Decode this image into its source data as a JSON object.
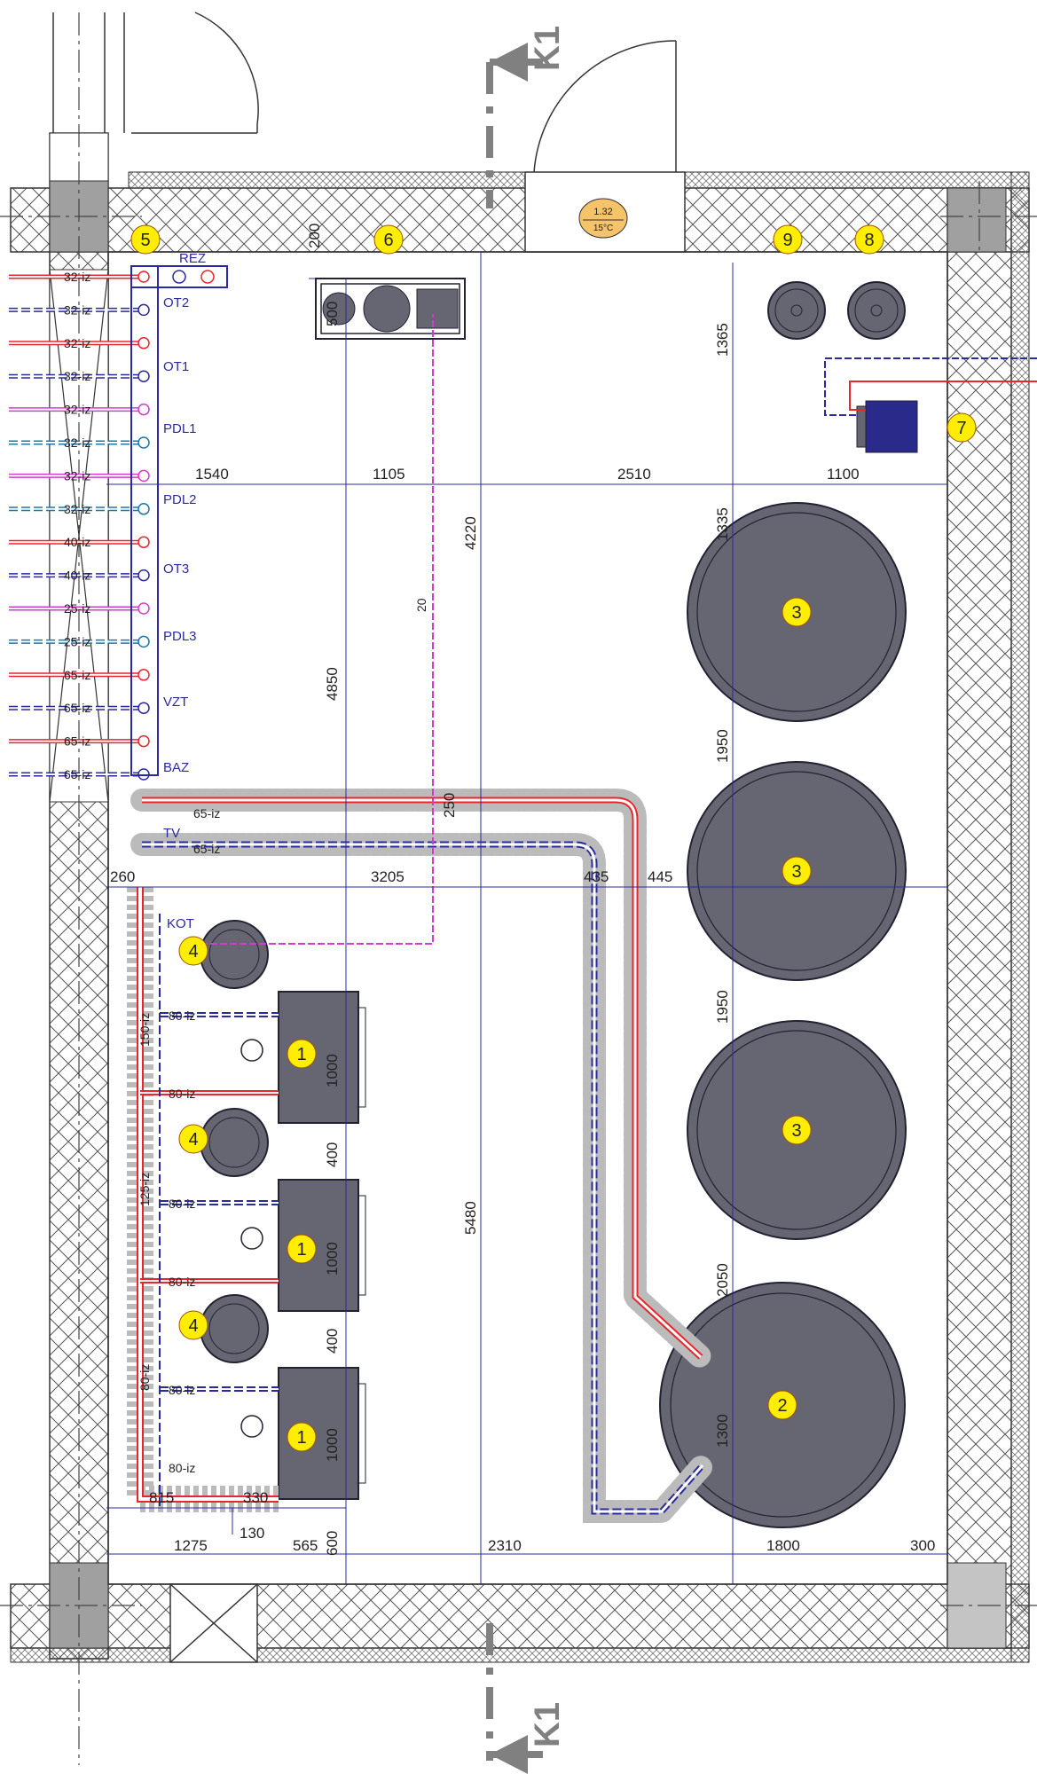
{
  "section_mark": "K1",
  "room": {
    "height": "1.32",
    "temp": "15°C"
  },
  "markers": [
    "1",
    "2",
    "3",
    "4",
    "5",
    "6",
    "7",
    "8",
    "9"
  ],
  "manifold_left": [
    {
      "label": "32-iz",
      "color": "#e8262b",
      "dash": false
    },
    {
      "label": "32-iz",
      "color": "#2a2aa0",
      "dash": true
    },
    {
      "label": "32-iz",
      "color": "#e8262b",
      "dash": false
    },
    {
      "label": "32-iz",
      "color": "#2a2aa0",
      "dash": true
    },
    {
      "label": "32-iz",
      "color": "#d43ad0",
      "dash": false
    },
    {
      "label": "32-iz",
      "color": "#1a78a8",
      "dash": true
    },
    {
      "label": "32-iz",
      "color": "#d43ad0",
      "dash": false
    },
    {
      "label": "32-iz",
      "color": "#1a78a8",
      "dash": true
    },
    {
      "label": "40-iz",
      "color": "#e8262b",
      "dash": false
    },
    {
      "label": "40-iz",
      "color": "#2a2aa0",
      "dash": true
    },
    {
      "label": "25-iz",
      "color": "#d43ad0",
      "dash": false
    },
    {
      "label": "25-iz",
      "color": "#1a78a8",
      "dash": true
    },
    {
      "label": "65-iz",
      "color": "#e8262b",
      "dash": false
    },
    {
      "label": "65-iz",
      "color": "#2a2aa0",
      "dash": true
    },
    {
      "label": "65-iz",
      "color": "#e8262b",
      "dash": false
    },
    {
      "label": "65-iz",
      "color": "#2a2aa0",
      "dash": true
    }
  ],
  "circuits": [
    "REZ",
    "OT2",
    "OT1",
    "PDL1",
    "PDL2",
    "OT3",
    "PDL3",
    "VZT",
    "BAZ",
    "TV",
    "KOT"
  ],
  "pipes": {
    "tv_supply": "65-iz",
    "tv_return": "65-iz",
    "boiler_80": "80-iz",
    "trunk_150": "150-iz",
    "trunk_125": "125-iz",
    "trunk_80": "80-iz",
    "line_20": "20"
  },
  "dims": {
    "d200": "200",
    "d500": "500",
    "d1540": "1540",
    "d1105": "1105",
    "d2510": "2510",
    "d1100": "1100",
    "d1365": "1365",
    "d1335": "1335",
    "d4220": "4220",
    "d4850": "4850",
    "d250": "250",
    "d260": "260",
    "d3205": "3205",
    "d435": "435",
    "d445": "445",
    "d1950a": "1950",
    "d1950b": "1950",
    "d2050": "2050",
    "d1300": "1300",
    "d400a": "400",
    "d400b": "400",
    "d1000a": "1000",
    "d1000b": "1000",
    "d1000c": "1000",
    "d5480": "5480",
    "d815": "815",
    "d330": "330",
    "d130": "130",
    "d1275": "1275",
    "d565": "565",
    "d600": "600",
    "d2310": "2310",
    "d1800": "1800",
    "d300": "300"
  },
  "colors": {
    "supply": "#e8262b",
    "return": "#2a2aa0",
    "dhw": "#d43ad0",
    "circ": "#1a78a8",
    "marker": "#ffee00",
    "equipment": "#666672"
  }
}
